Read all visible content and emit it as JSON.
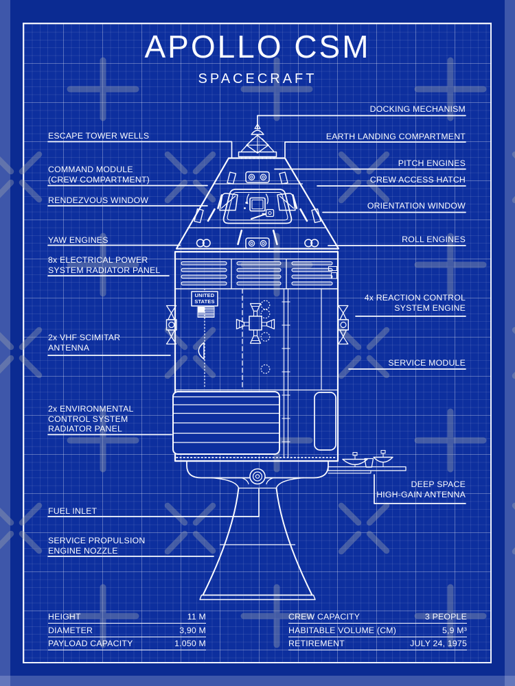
{
  "title": "APOLLO CSM",
  "subtitle": "SPACECRAFT",
  "labels": {
    "left": [
      {
        "id": "escape-tower-wells",
        "text": "ESCAPE TOWER WELLS"
      },
      {
        "id": "command-module",
        "text": "COMMAND MODULE\n(CREW COMPARTMENT)"
      },
      {
        "id": "rendezvous-window",
        "text": "RENDEZVOUS WINDOW"
      },
      {
        "id": "yaw-engines",
        "text": "YAW ENGINES"
      },
      {
        "id": "electrical-power-radiator",
        "text": "8x ELECTRICAL POWER\nSYSTEM RADIATOR PANEL"
      },
      {
        "id": "vhf-scimitar-antenna",
        "text": "2x VHF SCIMITAR\nANTENNA"
      },
      {
        "id": "environmental-control-radiator",
        "text": "2x ENVIRONMENTAL\nCONTROL SYSTEM\nRADIATOR PANEL"
      },
      {
        "id": "fuel-inlet",
        "text": "FUEL INLET"
      },
      {
        "id": "service-propulsion-nozzle",
        "text": "SERVICE PROPULSION\nENGINE NOZZLE"
      }
    ],
    "right": [
      {
        "id": "docking-mechanism",
        "text": "DOCKING MECHANISM"
      },
      {
        "id": "earth-landing-compartment",
        "text": "EARTH LANDING COMPARTMENT"
      },
      {
        "id": "pitch-engines",
        "text": "PITCH ENGINES"
      },
      {
        "id": "crew-access-hatch",
        "text": "CREW ACCESS HATCH"
      },
      {
        "id": "orientation-window",
        "text": "ORIENTATION WINDOW"
      },
      {
        "id": "roll-engines",
        "text": "ROLL ENGINES"
      },
      {
        "id": "reaction-control-engine",
        "text": "4x REACTION CONTROL\nSYSTEM ENGINE"
      },
      {
        "id": "service-module",
        "text": "SERVICE MODULE"
      },
      {
        "id": "deep-space-antenna",
        "text": "DEEP SPACE\nHIGH-GAIN ANTENNA"
      }
    ]
  },
  "spacecraft": {
    "us_label": "UNITED\nSTATES"
  },
  "spec_table": {
    "left": [
      {
        "label": "HEIGHT",
        "value": "11 M"
      },
      {
        "label": "DIAMETER",
        "value": "3,90 M"
      },
      {
        "label": "PAYLOAD CAPACITY",
        "value": "1.050 M"
      }
    ],
    "right": [
      {
        "label": "CREW CAPACITY",
        "value": "3 PEOPLE"
      },
      {
        "label": "HABITABLE VOLUME (CM)",
        "value": "5,9 M³"
      },
      {
        "label": "RETIREMENT",
        "value": "JULY 24, 1975"
      }
    ]
  },
  "colors": {
    "background": "#0d2f9e",
    "line": "#fafbff",
    "watermark": "#99a1ae"
  }
}
